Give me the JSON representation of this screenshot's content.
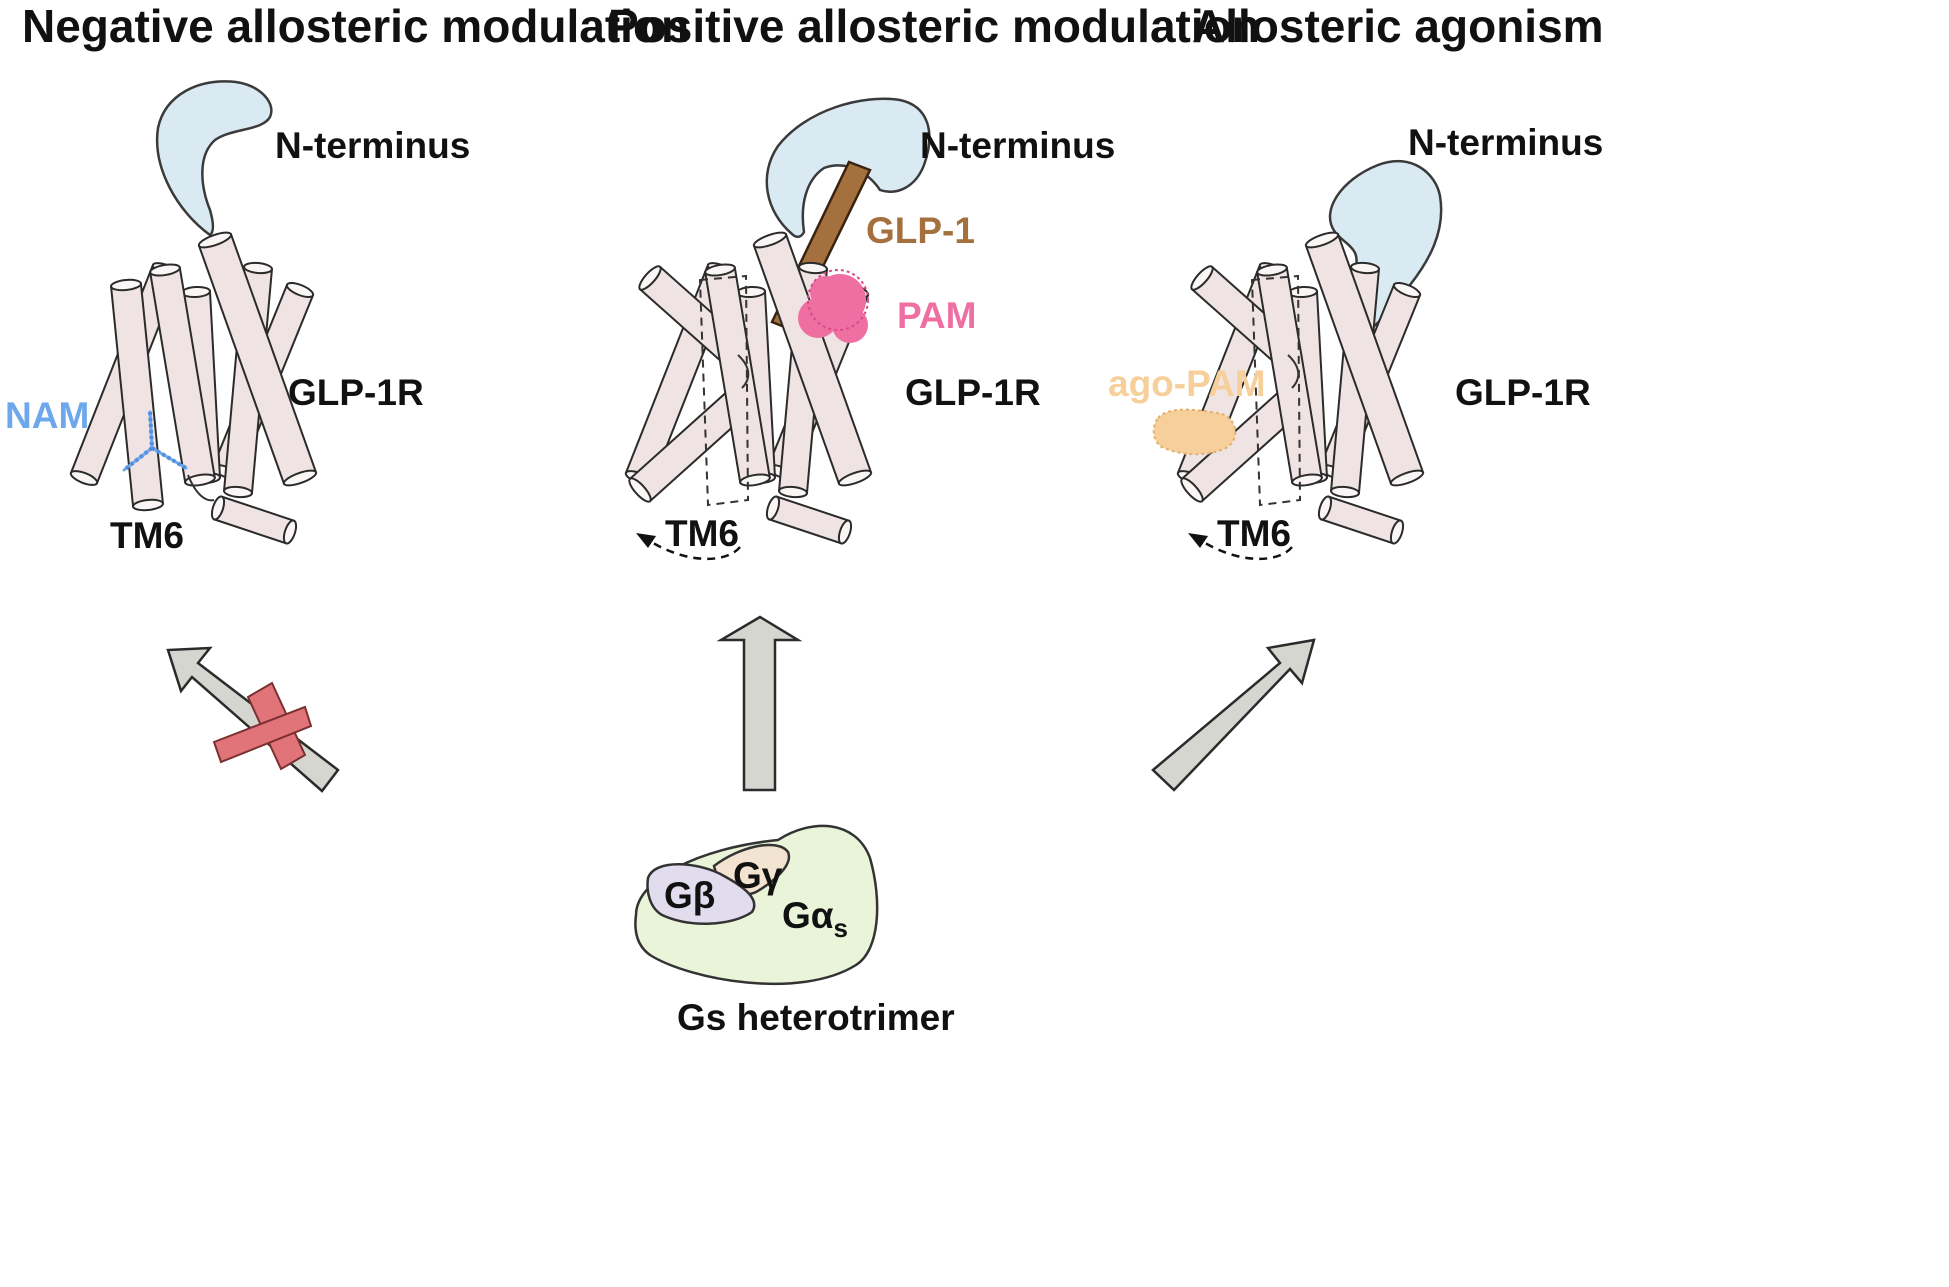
{
  "colors": {
    "helix_fill": "#efe3e3",
    "helix_end": "#fbf6f6",
    "n_terminus": "#daeaf3",
    "arrow_fill": "#d6d6d0",
    "glp1": "#a4703e",
    "pam": "#ef6fa3",
    "nam": "#6fa7ec",
    "ago_pam": "#f6cf9b",
    "cross": "#e07479",
    "g_alpha": "#e9f4d9",
    "g_beta": "#e2dcef",
    "g_gamma": "#f3e4d1"
  },
  "panels": {
    "negative": {
      "title": "Negative allosteric modulation",
      "n_terminus": "N-terminus",
      "receptor": "GLP-1R",
      "modulator": "NAM",
      "tm6": "TM6"
    },
    "positive": {
      "title": "Positive  allosteric modulation",
      "n_terminus": "N-terminus",
      "peptide": "GLP-1",
      "modulator": "PAM",
      "receptor": "GLP-1R",
      "tm6": "TM6"
    },
    "agonism": {
      "title": "Allosteric agonism",
      "n_terminus": "N-terminus",
      "modulator": "ago-PAM",
      "receptor": "GLP-1R",
      "tm6": "TM6"
    }
  },
  "g_protein": {
    "beta": "Gβ",
    "gamma": "Gγ",
    "alpha": "Gα",
    "alpha_sub": "s",
    "caption": "Gs heterotrimer"
  }
}
